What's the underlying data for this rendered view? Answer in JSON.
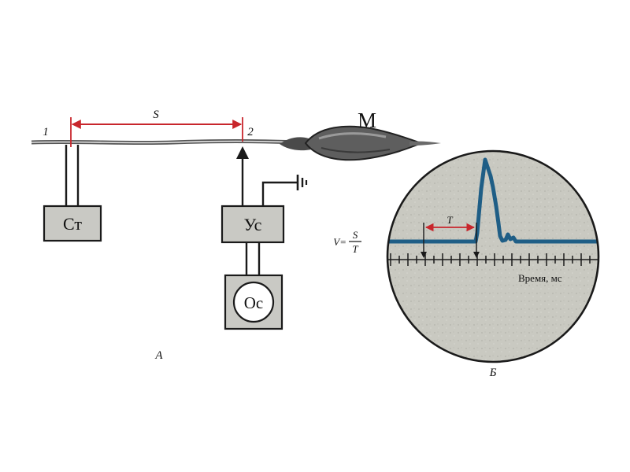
{
  "labels": {
    "point_1": "1",
    "point_2": "2",
    "distance": "S",
    "muscle": "М",
    "stimulator": "Ст",
    "amplifier": "Ус",
    "oscilloscope": "Ос",
    "formula_v": "V=",
    "formula_num": "S",
    "formula_den": "T",
    "time_interval": "T",
    "time_axis": "Время, мс",
    "panel_a": "А",
    "panel_b": "Б"
  },
  "colors": {
    "measure_red": "#c8262c",
    "trace_blue": "#1f5e86",
    "screen_fill": "#c7c7bf",
    "box_fill": "#c9c9c4"
  }
}
